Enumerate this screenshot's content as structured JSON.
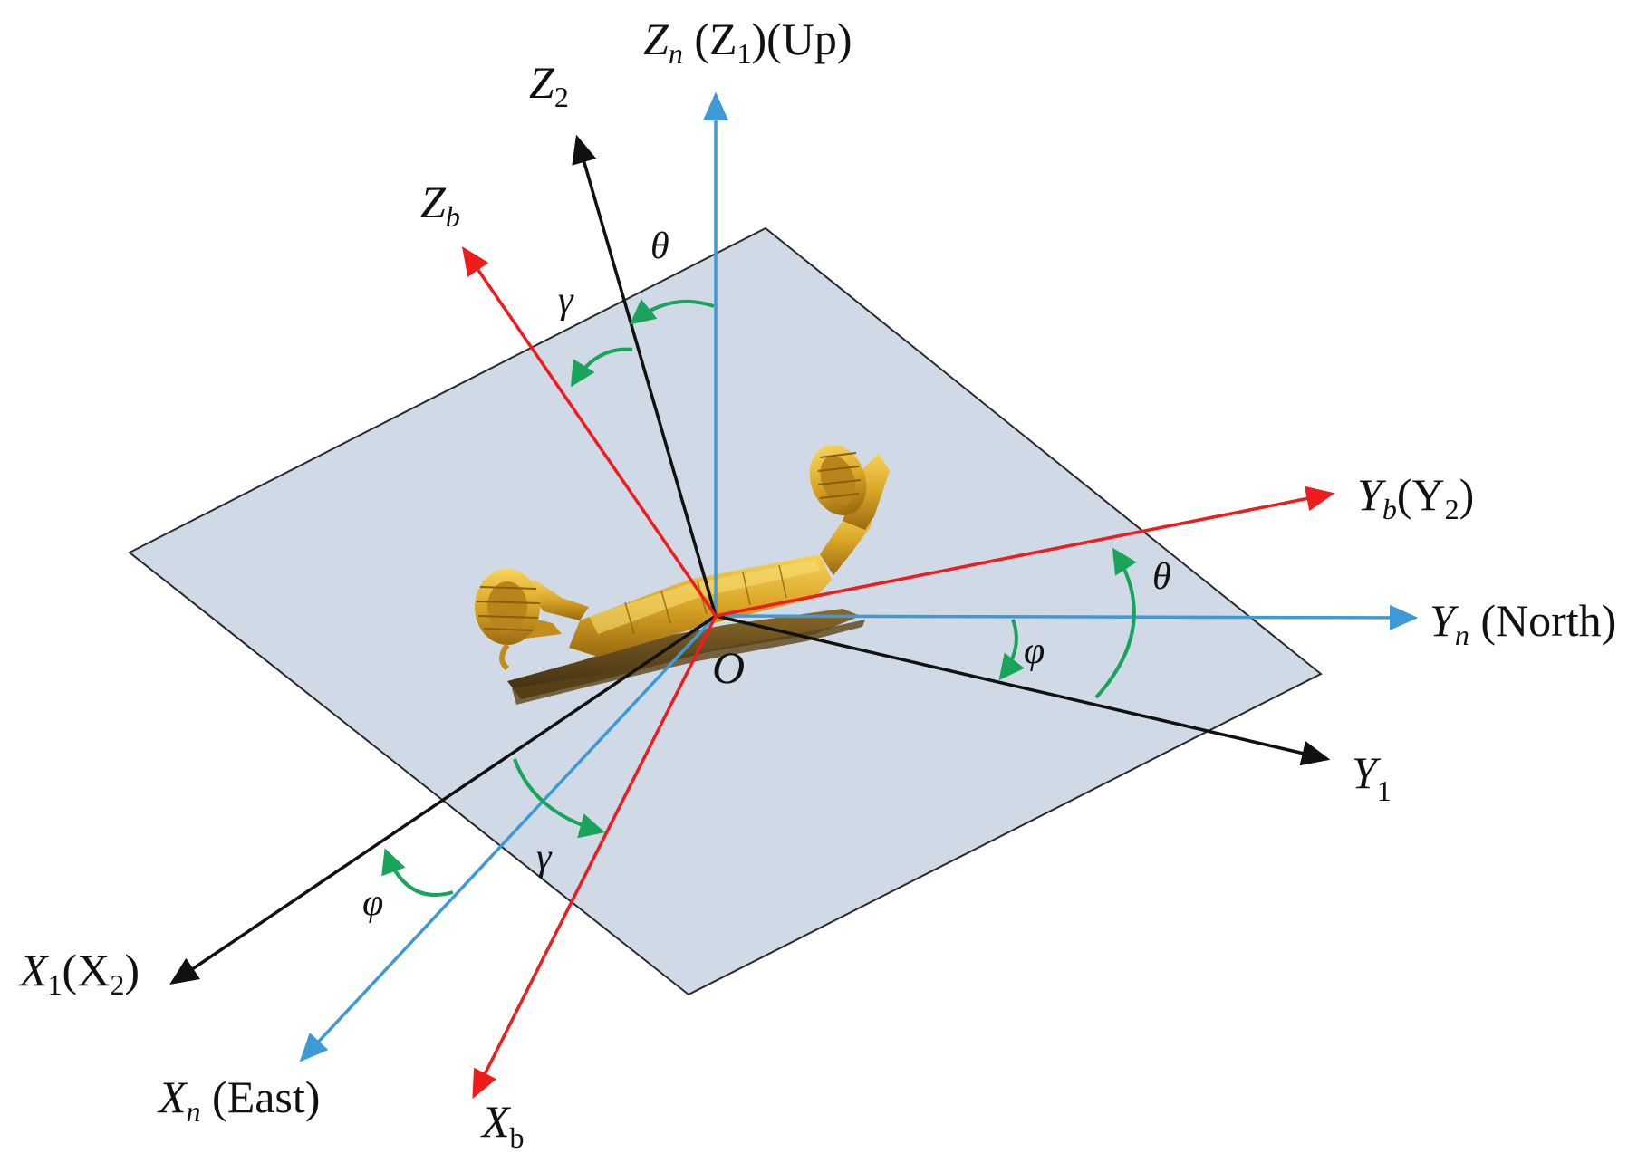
{
  "colors": {
    "background": "#ffffff",
    "plane_fill": "#d0d9e6",
    "plane_stroke": "#2a2a2a",
    "nav_axis": "#3d9ad6",
    "body_axis": "#ee1c1c",
    "intermediate_axis": "#111111",
    "angle_arc": "#1aa35a",
    "vehicle": "#c9971c"
  },
  "origin_label": "O",
  "axis_labels": {
    "zn": {
      "main": "Z",
      "sub": "n",
      "rest1": " (Z",
      "sub2": "1",
      "rest2": ")(Up)"
    },
    "z2": {
      "main": "Z",
      "sub": "2"
    },
    "zb": {
      "main": "Z",
      "sub": "b"
    },
    "yb": {
      "main": "Y",
      "sub": "b",
      "rest1": "(Y",
      "sub2": "2",
      "rest2": ")"
    },
    "yn": {
      "main": "Y",
      "sub": "n",
      "rest1": " (North)"
    },
    "y1": {
      "main": "Y",
      "sub": "1"
    },
    "x1": {
      "main": "X",
      "sub": "1",
      "rest1": "(X",
      "sub2": "2",
      "rest2": ")"
    },
    "xn": {
      "main": "X",
      "sub": "n",
      "rest1": " (East)"
    },
    "xb": {
      "main": "X",
      "sub": "b"
    }
  },
  "angle_labels": {
    "theta_top": "θ",
    "gamma_top": "γ",
    "theta_right": "θ",
    "phi_right": "φ",
    "gamma_bottom": "γ",
    "phi_bottom": "φ"
  },
  "icons": {
    "vehicle": "crawler-vehicle-icon"
  }
}
